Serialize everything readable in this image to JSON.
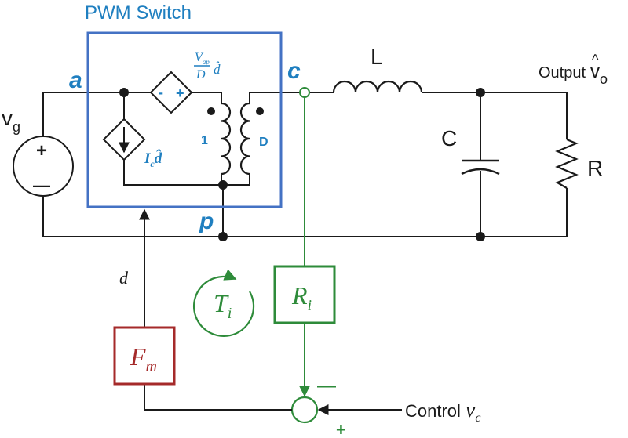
{
  "switch_box": {
    "title": "PWM Switch"
  },
  "terminals": {
    "a": "a",
    "c": "c",
    "p": "p"
  },
  "sources": {
    "vg_main": "v",
    "vg_sub": "g",
    "vg_plus": "+",
    "vg_minus": "—",
    "dep_voltage_num": "V",
    "dep_voltage_num_sub": "ap",
    "dep_voltage_den": "D",
    "dep_voltage_dhat": "d̂",
    "dep_voltage_minus": "-",
    "dep_voltage_plus": "+",
    "dep_current_main": "I",
    "dep_current_sub": "c",
    "dep_current_dhat": "d̂"
  },
  "transformer": {
    "primary": "1",
    "secondary": "D"
  },
  "components": {
    "inductor": "L",
    "capacitor": "C",
    "resistor": "R",
    "output_label": "Output",
    "output_hat": "^",
    "output_v": "v",
    "output_sub": "o"
  },
  "control": {
    "d_label": "d",
    "fm_main": "F",
    "fm_sub": "m",
    "ri_main": "R",
    "ri_sub": "i",
    "ti_main": "T",
    "ti_sub": "i",
    "sum_minus": "—",
    "sum_plus": "+",
    "control_text": "Control",
    "control_v": "v",
    "control_sub": "c"
  },
  "colors": {
    "switch_box": "#4472c4",
    "wire": "#1a1a1a",
    "current_sense": "#2e8b3a",
    "modulator": "#a52a2a",
    "label_blue": "#1f7fc0"
  }
}
